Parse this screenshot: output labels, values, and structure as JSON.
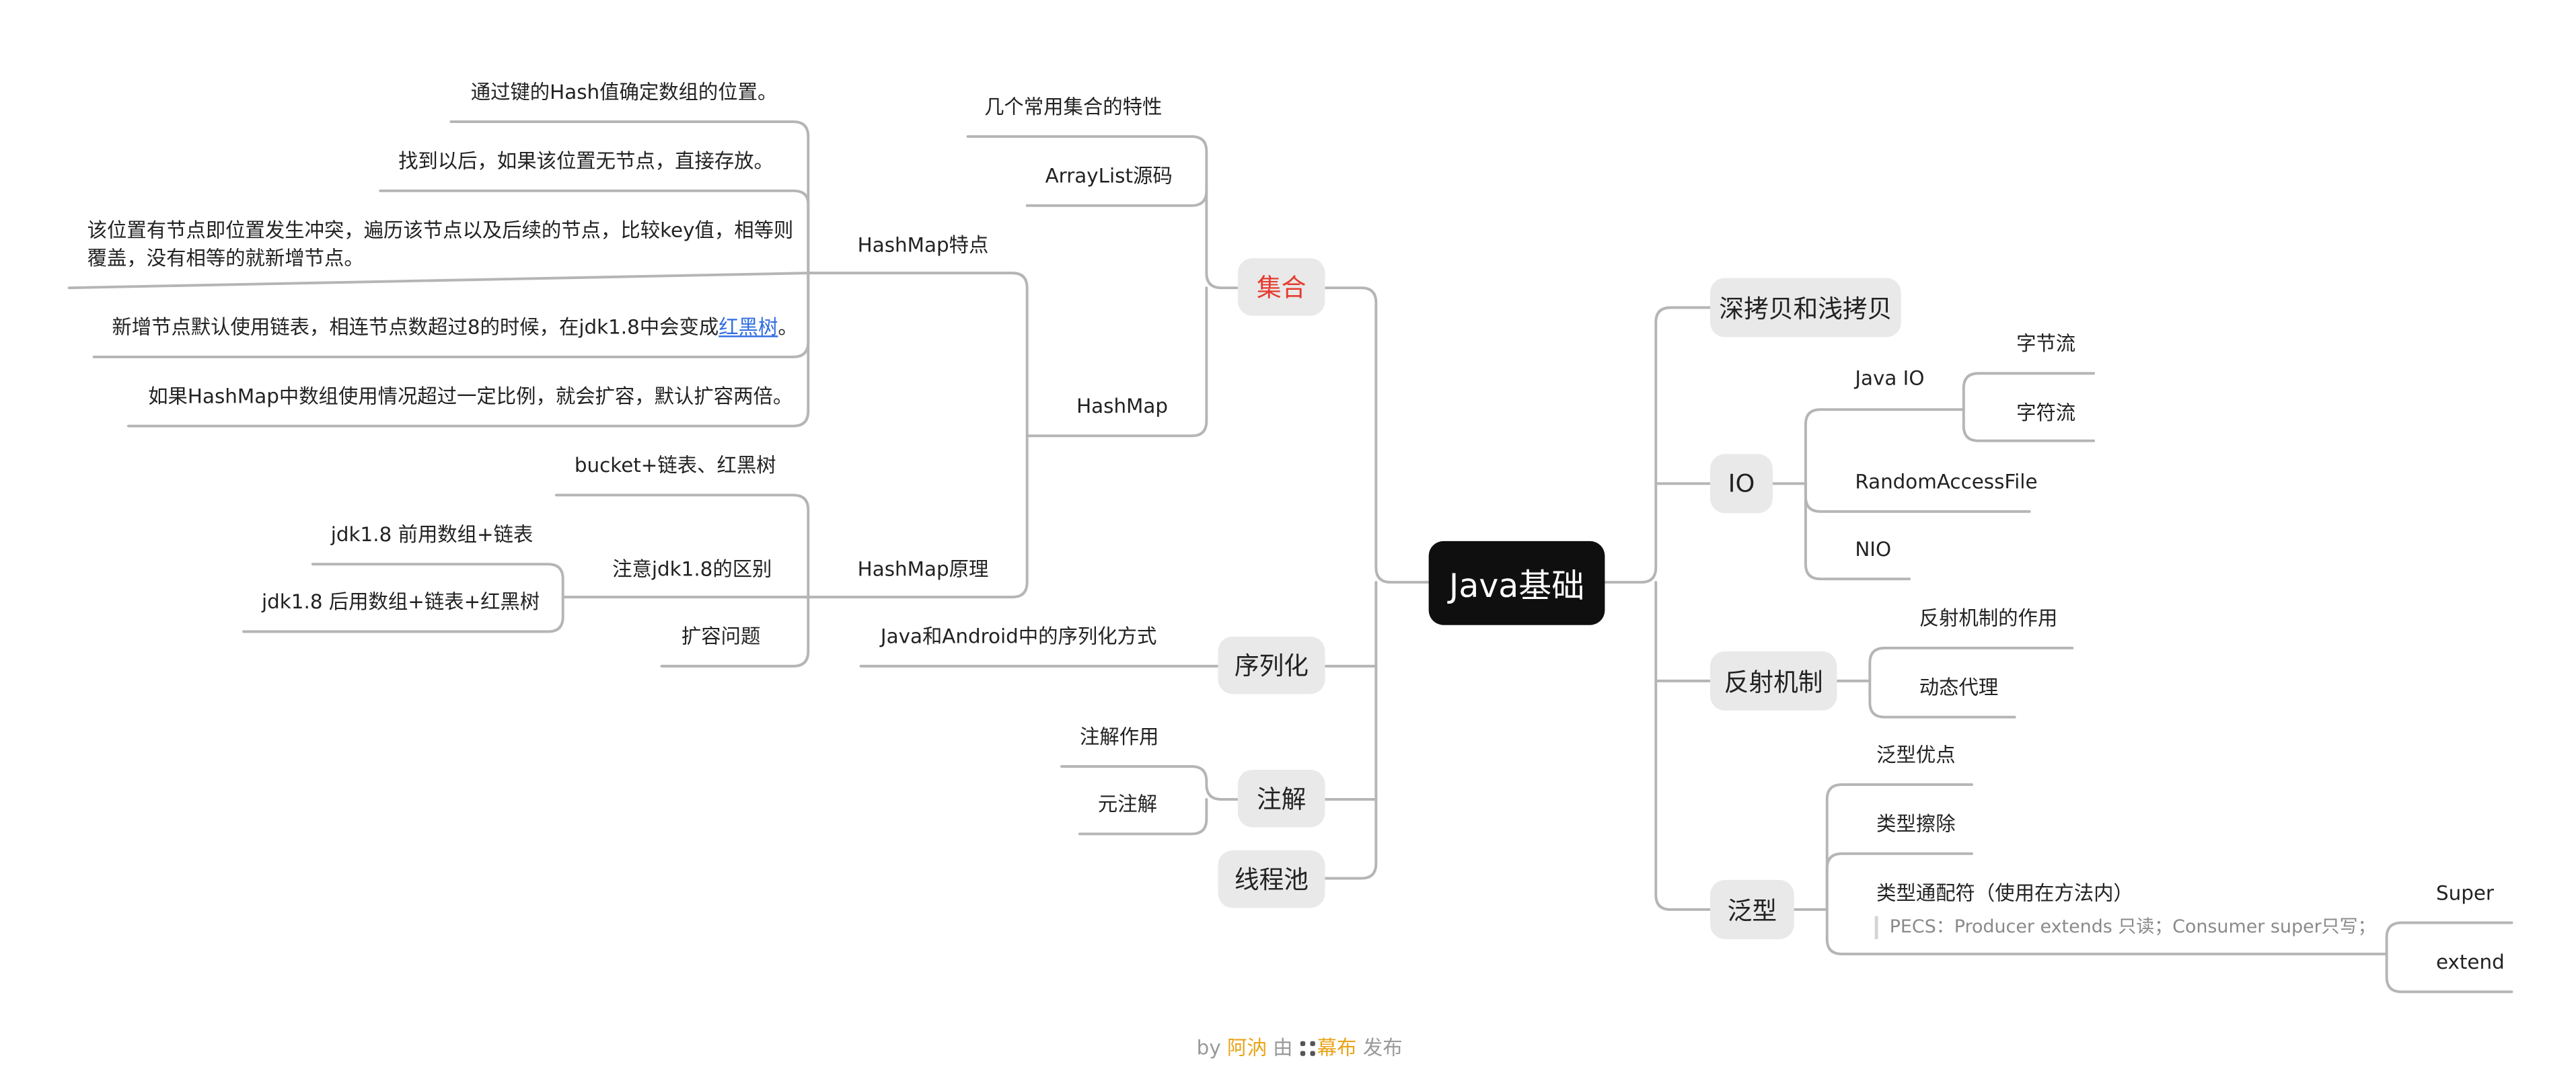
{
  "root": {
    "label": "Java基础"
  },
  "left": {
    "collection": {
      "label": "集合",
      "features": "几个常用集合的特性",
      "arraylist": "ArrayList源码",
      "hashmap": {
        "label": "HashMap",
        "traits": {
          "label": "HashMap特点",
          "items": [
            "通过键的Hash值确定数组的位置。",
            "找到以后，如果该位置无节点，直接存放。",
            "该位置有节点即位置发生冲突，遍历该节点以及后续的节点，比较key值，相等则",
            "覆盖，没有相等的就新增节点。",
            "新增节点默认使用链表，相连节点数超过8的时候，在jdk1.8中会变成",
            "红黑树",
            "。",
            "如果HashMap中数组使用情况超过一定比例，就会扩容，默认扩容两倍。"
          ]
        },
        "principle": {
          "label": "HashMap原理",
          "bucket": "bucket+链表、红黑树",
          "jdk_diff": {
            "label": "注意jdk1.8的区别",
            "before": "jdk1.8 前用数组+链表",
            "after": "jdk1.8 后用数组+链表+红黑树"
          },
          "resize": "扩容问题"
        }
      }
    },
    "serialization": {
      "label": "序列化",
      "item": "Java和Android中的序列化方式"
    },
    "annotation": {
      "label": "注解",
      "items": [
        "注解作用",
        "元注解"
      ]
    },
    "threadpool": {
      "label": "线程池"
    }
  },
  "right": {
    "copy": {
      "label": "深拷贝和浅拷贝"
    },
    "io": {
      "label": "IO",
      "javaio": {
        "label": "Java IO",
        "items": [
          "字节流",
          "字符流"
        ]
      },
      "raf": "RandomAccessFile",
      "nio": "NIO"
    },
    "reflection": {
      "label": "反射机制",
      "items": [
        "反射机制的作用",
        "动态代理"
      ]
    },
    "generics": {
      "label": "泛型",
      "items": [
        "泛型优点",
        "类型擦除"
      ],
      "wildcard": {
        "label": "类型通配符（使用在方法内）",
        "note": "PECS：Producer extends 只读；Consumer  super只写；",
        "children": [
          "Super",
          "extend"
        ]
      }
    }
  },
  "footer": {
    "by": "by ",
    "author": "阿汭",
    "via": " 由 ",
    "brand": "幕布",
    "publish": " 发布"
  },
  "colors": {
    "root_bg": "#0f0f0f",
    "node_bg": "#e9e9e9",
    "accent_red": "#e63a2e",
    "line": "#b5b5b5",
    "link": "#2f6de1",
    "brand": "#e8a317"
  }
}
